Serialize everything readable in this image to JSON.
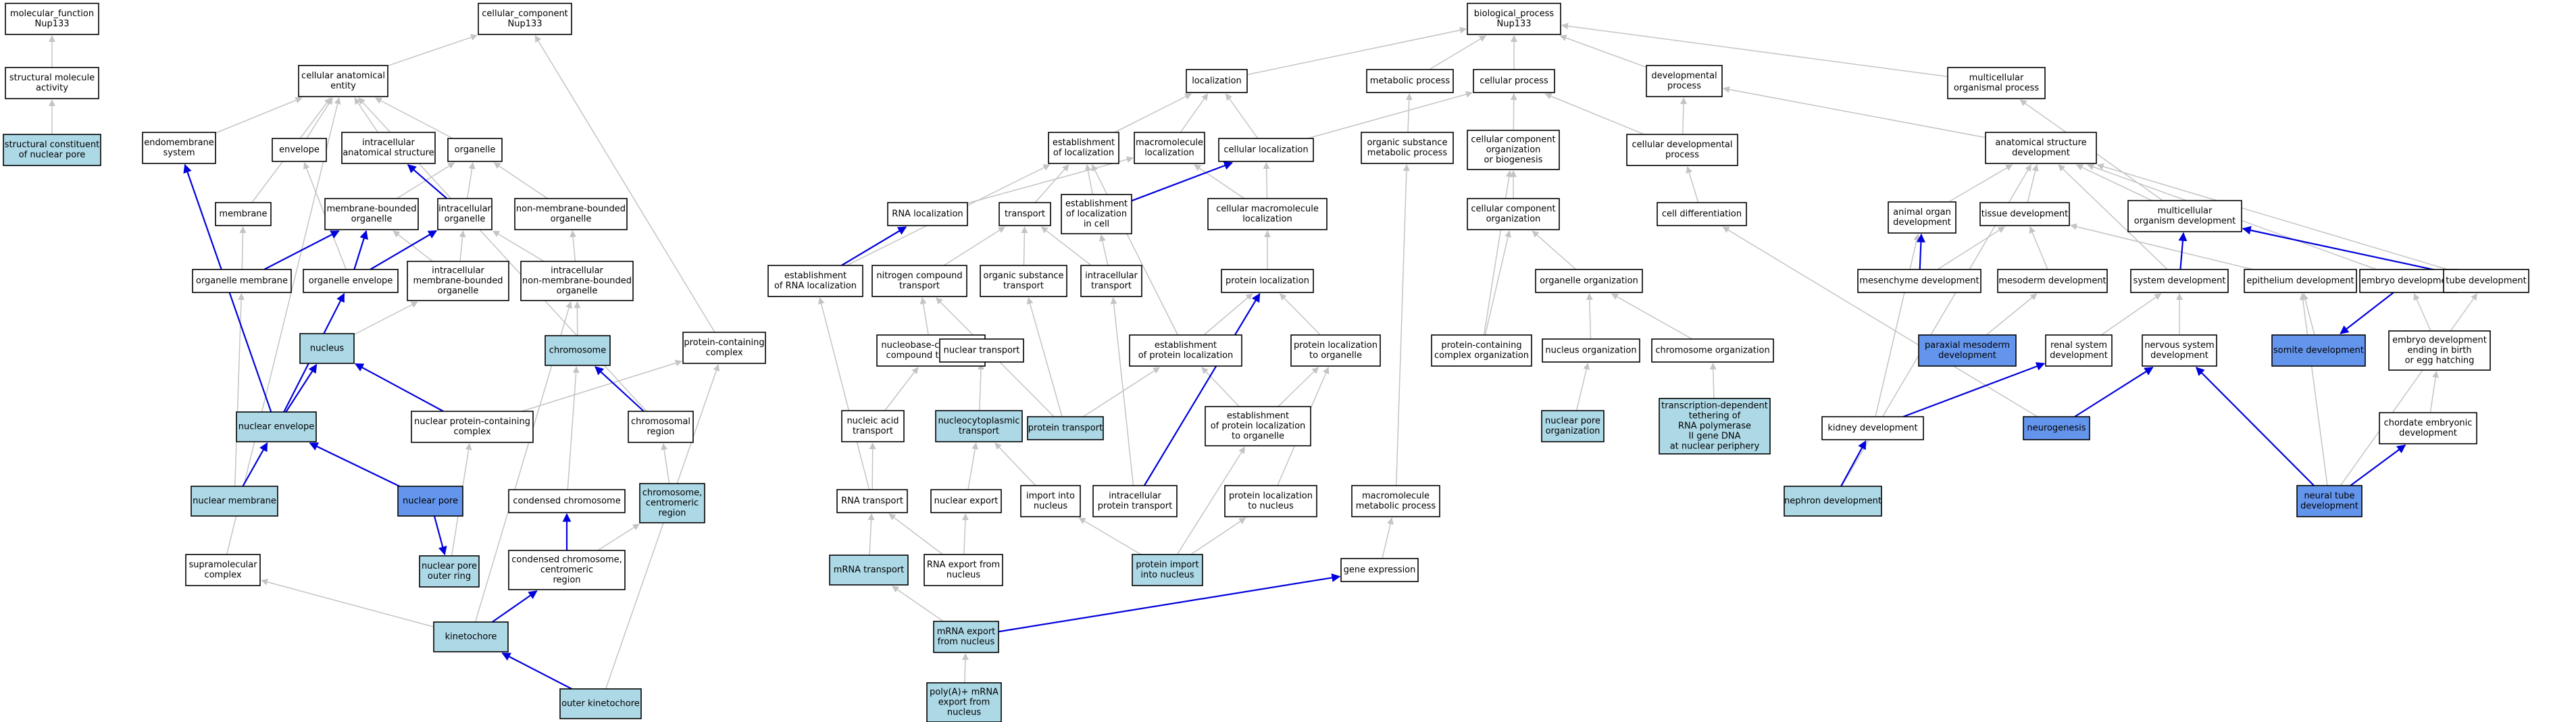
{
  "colors": {
    "plain": "#ffffff",
    "light_blue": "#add8e6",
    "dark_blue": "#6495ed",
    "gray_edge": "#c4c4c4",
    "blue_edge": "#0000dd"
  },
  "nodes": [
    {
      "id": "mf_root",
      "lines": [
        "molecular_function",
        "Nup133"
      ],
      "style": "plain"
    },
    {
      "id": "struct_mol",
      "lines": [
        "structural molecule",
        "activity"
      ],
      "style": "plain"
    },
    {
      "id": "sc_npc",
      "lines": [
        "structural constituent",
        "of nuclear pore"
      ],
      "style": "light_blue"
    },
    {
      "id": "cc_root",
      "lines": [
        "cellular_component",
        "Nup133"
      ],
      "style": "plain"
    },
    {
      "id": "cae",
      "lines": [
        "cellular anatomical",
        "entity"
      ],
      "style": "plain"
    },
    {
      "id": "endomembrane",
      "lines": [
        "endomembrane",
        "system"
      ],
      "style": "plain"
    },
    {
      "id": "envelope",
      "lines": [
        "envelope"
      ],
      "style": "plain"
    },
    {
      "id": "ias",
      "lines": [
        "intracellular",
        "anatomical structure"
      ],
      "style": "plain"
    },
    {
      "id": "organelle",
      "lines": [
        "organelle"
      ],
      "style": "plain"
    },
    {
      "id": "membrane",
      "lines": [
        "membrane"
      ],
      "style": "plain"
    },
    {
      "id": "mbo",
      "lines": [
        "membrane-bounded",
        "organelle"
      ],
      "style": "plain"
    },
    {
      "id": "io",
      "lines": [
        "intracellular",
        "organelle"
      ],
      "style": "plain"
    },
    {
      "id": "nmbo",
      "lines": [
        "non-membrane-bounded",
        "organelle"
      ],
      "style": "plain"
    },
    {
      "id": "om",
      "lines": [
        "organelle membrane"
      ],
      "style": "plain"
    },
    {
      "id": "oe",
      "lines": [
        "organelle envelope"
      ],
      "style": "plain"
    },
    {
      "id": "imbo",
      "lines": [
        "intracellular",
        "membrane-bounded",
        "organelle"
      ],
      "style": "plain"
    },
    {
      "id": "inmbo",
      "lines": [
        "intracellular",
        "non-membrane-bounded",
        "organelle"
      ],
      "style": "plain"
    },
    {
      "id": "nucleus",
      "lines": [
        "nucleus"
      ],
      "style": "light_blue"
    },
    {
      "id": "chromosome",
      "lines": [
        "chromosome"
      ],
      "style": "light_blue"
    },
    {
      "id": "pcc",
      "lines": [
        "protein-containing",
        "complex"
      ],
      "style": "plain"
    },
    {
      "id": "nenv",
      "lines": [
        "nuclear envelope"
      ],
      "style": "light_blue"
    },
    {
      "id": "npcc",
      "lines": [
        "nuclear protein-containing",
        "complex"
      ],
      "style": "plain"
    },
    {
      "id": "chrreg",
      "lines": [
        "chromosomal",
        "region"
      ],
      "style": "plain"
    },
    {
      "id": "nmem",
      "lines": [
        "nuclear membrane"
      ],
      "style": "light_blue"
    },
    {
      "id": "npore",
      "lines": [
        "nuclear pore"
      ],
      "style": "dark_blue"
    },
    {
      "id": "condchr",
      "lines": [
        "condensed chromosome"
      ],
      "style": "plain"
    },
    {
      "id": "chrcentr",
      "lines": [
        "chromosome,",
        "centromeric",
        "region"
      ],
      "style": "light_blue"
    },
    {
      "id": "supra",
      "lines": [
        "supramolecular",
        "complex"
      ],
      "style": "plain"
    },
    {
      "id": "npor",
      "lines": [
        "nuclear pore",
        "outer ring"
      ],
      "style": "light_blue"
    },
    {
      "id": "ccc",
      "lines": [
        "condensed chromosome,",
        "centromeric",
        "region"
      ],
      "style": "plain"
    },
    {
      "id": "kinet",
      "lines": [
        "kinetochore"
      ],
      "style": "light_blue"
    },
    {
      "id": "okinet",
      "lines": [
        "outer kinetochore"
      ],
      "style": "light_blue"
    },
    {
      "id": "bp_root",
      "lines": [
        "biological_process",
        "Nup133"
      ],
      "style": "plain"
    },
    {
      "id": "local",
      "lines": [
        "localization"
      ],
      "style": "plain"
    },
    {
      "id": "metab",
      "lines": [
        "metabolic process"
      ],
      "style": "plain"
    },
    {
      "id": "cellproc",
      "lines": [
        "cellular process"
      ],
      "style": "plain"
    },
    {
      "id": "devproc",
      "lines": [
        "developmental",
        "process"
      ],
      "style": "plain"
    },
    {
      "id": "multorg",
      "lines": [
        "multicellular",
        "organismal process"
      ],
      "style": "plain"
    },
    {
      "id": "estloc",
      "lines": [
        "establishment",
        "of localization"
      ],
      "style": "plain"
    },
    {
      "id": "macroloc",
      "lines": [
        "macromolecule",
        "localization"
      ],
      "style": "plain"
    },
    {
      "id": "cellloc",
      "lines": [
        "cellular localization"
      ],
      "style": "plain"
    },
    {
      "id": "osmp",
      "lines": [
        "organic substance",
        "metabolic process"
      ],
      "style": "plain"
    },
    {
      "id": "ccob",
      "lines": [
        "cellular component",
        "organization",
        "or biogenesis"
      ],
      "style": "plain"
    },
    {
      "id": "celldev",
      "lines": [
        "cellular developmental",
        "process"
      ],
      "style": "plain"
    },
    {
      "id": "asd",
      "lines": [
        "anatomical structure",
        "development"
      ],
      "style": "plain"
    },
    {
      "id": "rnaloc",
      "lines": [
        "RNA localization"
      ],
      "style": "plain"
    },
    {
      "id": "transport",
      "lines": [
        "transport"
      ],
      "style": "plain"
    },
    {
      "id": "estlocc",
      "lines": [
        "establishment",
        "of localization",
        "in cell"
      ],
      "style": "plain"
    },
    {
      "id": "cml",
      "lines": [
        "cellular macromolecule",
        "localization"
      ],
      "style": "plain"
    },
    {
      "id": "cco",
      "lines": [
        "cellular component",
        "organization"
      ],
      "style": "plain"
    },
    {
      "id": "celldiff",
      "lines": [
        "cell differentiation"
      ],
      "style": "plain"
    },
    {
      "id": "aod",
      "lines": [
        "animal organ",
        "development"
      ],
      "style": "plain"
    },
    {
      "id": "tissuedev",
      "lines": [
        "tissue development"
      ],
      "style": "plain"
    },
    {
      "id": "mod",
      "lines": [
        "multicellular",
        "organism development"
      ],
      "style": "plain"
    },
    {
      "id": "estrna",
      "lines": [
        "establishment",
        "of RNA localization"
      ],
      "style": "plain"
    },
    {
      "id": "nitro",
      "lines": [
        "nitrogen compound",
        "transport"
      ],
      "style": "plain"
    },
    {
      "id": "ost",
      "lines": [
        "organic substance",
        "transport"
      ],
      "style": "plain"
    },
    {
      "id": "ict",
      "lines": [
        "intracellular",
        "transport"
      ],
      "style": "plain"
    },
    {
      "id": "protloc",
      "lines": [
        "protein localization"
      ],
      "style": "plain"
    },
    {
      "id": "orgorg",
      "lines": [
        "organelle organization"
      ],
      "style": "plain"
    },
    {
      "id": "mesench",
      "lines": [
        "mesenchyme development"
      ],
      "style": "plain"
    },
    {
      "id": "mesoderm",
      "lines": [
        "mesoderm development"
      ],
      "style": "plain"
    },
    {
      "id": "sysdev",
      "lines": [
        "system development"
      ],
      "style": "plain"
    },
    {
      "id": "epith",
      "lines": [
        "epithelium development"
      ],
      "style": "plain"
    },
    {
      "id": "embryo",
      "lines": [
        "embryo development"
      ],
      "style": "plain"
    },
    {
      "id": "tube",
      "lines": [
        "tube development"
      ],
      "style": "plain"
    },
    {
      "id": "nbct",
      "lines": [
        "nucleobase-containing",
        "compound transport"
      ],
      "style": "plain"
    },
    {
      "id": "ntrans",
      "lines": [
        "nuclear transport"
      ],
      "style": "plain"
    },
    {
      "id": "estprot",
      "lines": [
        "establishment",
        "of protein localization"
      ],
      "style": "plain"
    },
    {
      "id": "protorg",
      "lines": [
        "protein localization",
        "to organelle"
      ],
      "style": "plain"
    },
    {
      "id": "pcco",
      "lines": [
        "protein-containing",
        "complex organization"
      ],
      "style": "plain"
    },
    {
      "id": "nucorg",
      "lines": [
        "nucleus organization"
      ],
      "style": "plain"
    },
    {
      "id": "chrorg",
      "lines": [
        "chromosome organization"
      ],
      "style": "plain"
    },
    {
      "id": "paraxial",
      "lines": [
        "paraxial mesoderm",
        "development"
      ],
      "style": "dark_blue"
    },
    {
      "id": "renal",
      "lines": [
        "renal system",
        "development"
      ],
      "style": "plain"
    },
    {
      "id": "nervous",
      "lines": [
        "nervous system",
        "development"
      ],
      "style": "plain"
    },
    {
      "id": "somite",
      "lines": [
        "somite development"
      ],
      "style": "dark_blue"
    },
    {
      "id": "embbirth",
      "lines": [
        "embryo development",
        "ending in birth",
        "or egg hatching"
      ],
      "style": "plain"
    },
    {
      "id": "nucleicacid",
      "lines": [
        "nucleic acid",
        "transport"
      ],
      "style": "plain"
    },
    {
      "id": "ncyto",
      "lines": [
        "nucleocytoplasmic",
        "transport"
      ],
      "style": "light_blue"
    },
    {
      "id": "prottrans",
      "lines": [
        "protein transport"
      ],
      "style": "light_blue"
    },
    {
      "id": "estprotorg",
      "lines": [
        "establishment",
        "of protein localization",
        "to organelle"
      ],
      "style": "plain"
    },
    {
      "id": "npo",
      "lines": [
        "nuclear pore",
        "organization"
      ],
      "style": "light_blue"
    },
    {
      "id": "tdt",
      "lines": [
        "transcription-dependent",
        "tethering of",
        "RNA polymerase",
        "II gene DNA",
        "at nuclear periphery"
      ],
      "style": "light_blue"
    },
    {
      "id": "kidney",
      "lines": [
        "kidney development"
      ],
      "style": "plain"
    },
    {
      "id": "neurogen",
      "lines": [
        "neurogenesis"
      ],
      "style": "dark_blue"
    },
    {
      "id": "chordate",
      "lines": [
        "chordate embryonic",
        "development"
      ],
      "style": "plain"
    },
    {
      "id": "rnatrans",
      "lines": [
        "RNA transport"
      ],
      "style": "plain"
    },
    {
      "id": "nexport",
      "lines": [
        "nuclear export"
      ],
      "style": "plain"
    },
    {
      "id": "importn",
      "lines": [
        "import into",
        "nucleus"
      ],
      "style": "plain"
    },
    {
      "id": "ipt",
      "lines": [
        "intracellular",
        "protein transport"
      ],
      "style": "plain"
    },
    {
      "id": "protnuc",
      "lines": [
        "protein localization",
        "to nucleus"
      ],
      "style": "plain"
    },
    {
      "id": "mmp",
      "lines": [
        "macromolecule",
        "metabolic process"
      ],
      "style": "plain"
    },
    {
      "id": "nephron",
      "lines": [
        "nephron development"
      ],
      "style": "light_blue"
    },
    {
      "id": "ntube",
      "lines": [
        "neural tube",
        "development"
      ],
      "style": "dark_blue"
    },
    {
      "id": "mrnatrans",
      "lines": [
        "mRNA transport"
      ],
      "style": "light_blue"
    },
    {
      "id": "rnaexp",
      "lines": [
        "RNA export from",
        "nucleus"
      ],
      "style": "plain"
    },
    {
      "id": "protimp",
      "lines": [
        "protein import",
        "into nucleus"
      ],
      "style": "light_blue"
    },
    {
      "id": "geneexp",
      "lines": [
        "gene expression"
      ],
      "style": "plain"
    },
    {
      "id": "mrnaexp",
      "lines": [
        "mRNA export",
        "from nucleus"
      ],
      "style": "light_blue"
    },
    {
      "id": "polya",
      "lines": [
        "poly(A)+ mRNA",
        "export from",
        "nucleus"
      ],
      "style": "light_blue"
    }
  ]
}
